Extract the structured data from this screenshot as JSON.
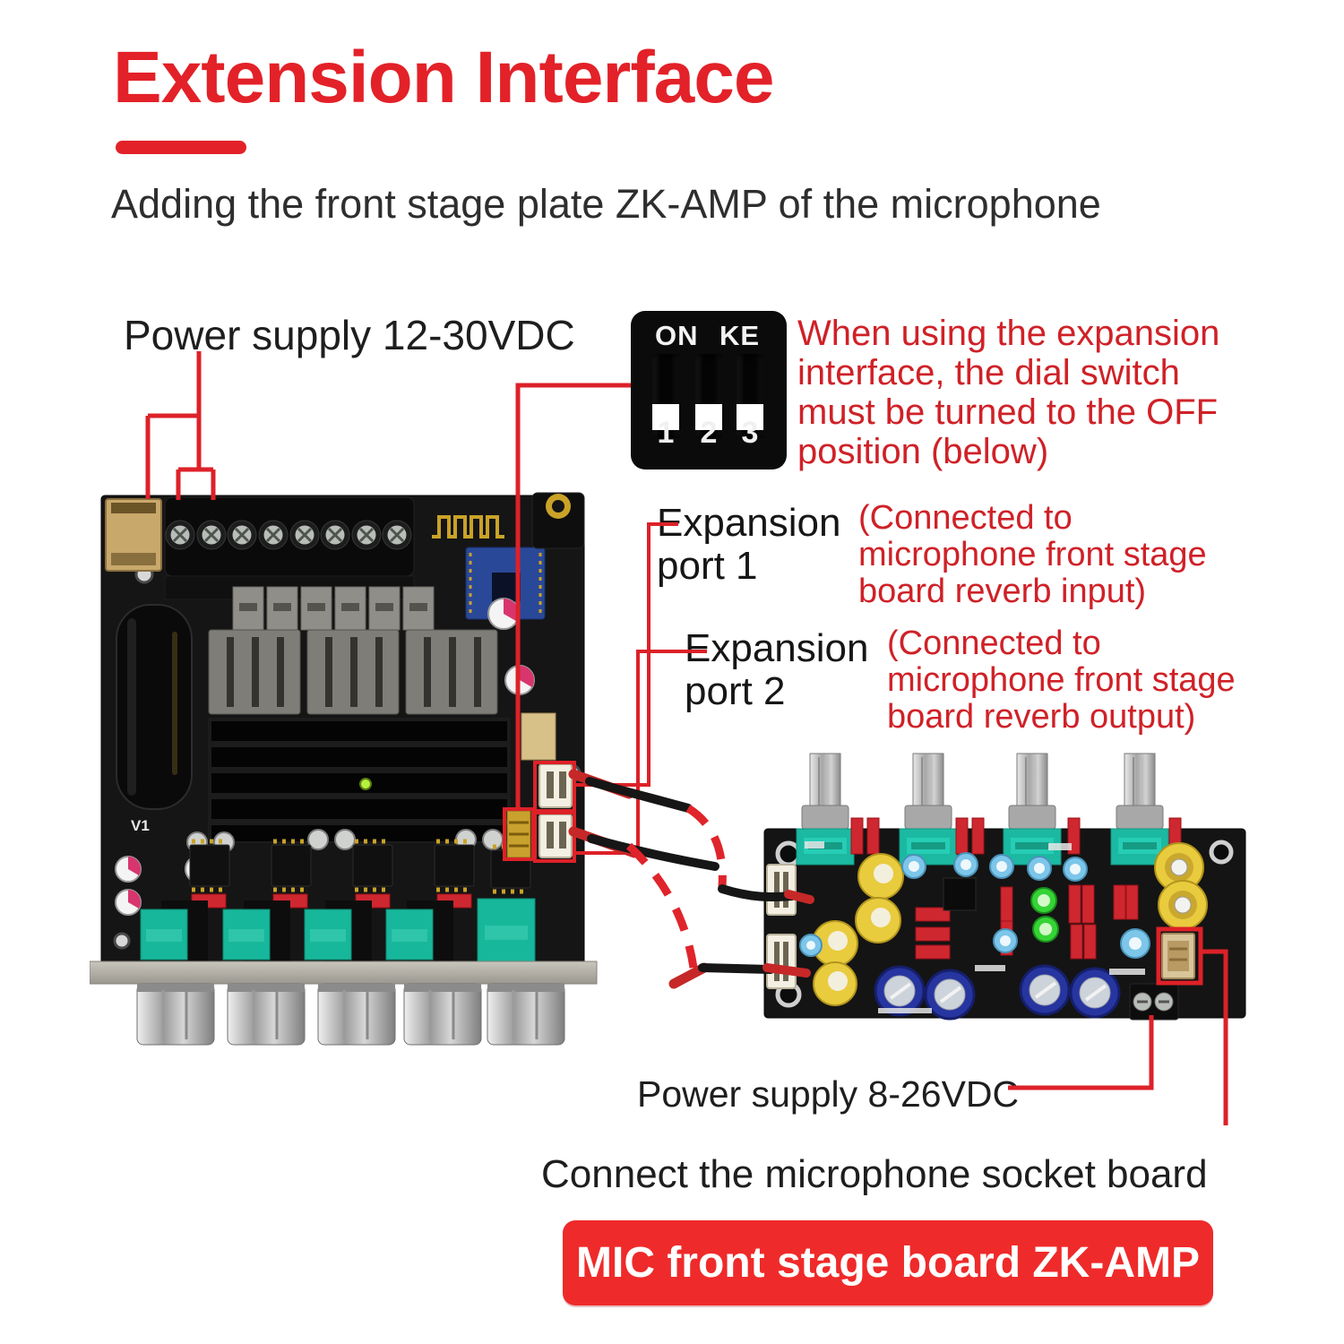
{
  "header": {
    "title": "Extension Interface",
    "subtitle": "Adding the front stage plate ZK-AMP of the microphone"
  },
  "annotations": {
    "power_main": "Power supply 12-30VDC",
    "dip_note": [
      "When using the expansion",
      "interface, the dial switch",
      "must be turned to the OFF",
      "position (below)"
    ],
    "expansion1": {
      "label": [
        "Expansion",
        "port 1"
      ],
      "note": [
        "(Connected to",
        "microphone front stage",
        "board reverb input)"
      ]
    },
    "expansion2": {
      "label": [
        "Expansion",
        "port 2"
      ],
      "note": [
        "(Connected to",
        "microphone front stage",
        "board reverb output)"
      ]
    },
    "power_front": "Power supply 8-26VDC",
    "connect_note": "Connect the microphone socket board",
    "banner": "MIC front stage board ZK-AMP"
  },
  "dip_switch": {
    "labels": [
      "ON",
      "KE"
    ],
    "positions": [
      "1",
      "2",
      "3"
    ]
  },
  "amplifier_board": {
    "silkscreen": "V1"
  },
  "colors": {
    "accent_red": "#e32128",
    "note_red": "#cf2127",
    "text_black": "#1e1e1e",
    "banner_red": "#ef2a2a"
  }
}
